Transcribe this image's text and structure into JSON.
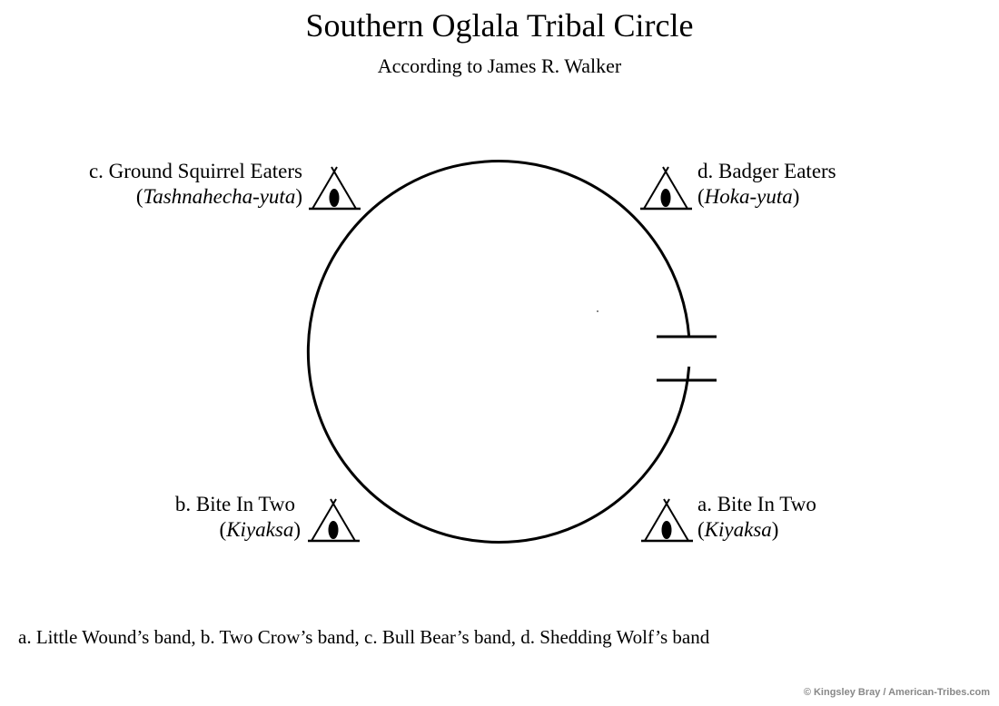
{
  "title": "Southern Oglala Tribal Circle",
  "subtitle": "According to James R. Walker",
  "bands": {
    "c": {
      "name": "c. Ground Squirrel Eaters",
      "native": "Tashnahecha-yuta"
    },
    "d": {
      "name": "d. Badger Eaters",
      "native": "Hoka-yuta"
    },
    "b": {
      "name": "b. Bite In Two",
      "native": "Kiyaksa"
    },
    "a": {
      "name": "a. Bite In Two",
      "native": "Kiyaksa"
    }
  },
  "punct": {
    "open": "(",
    "close": ")"
  },
  "legend": "a. Little Wound’s band, b. Two Crow’s band, c. Bull Bear’s band, d. Shedding Wolf’s band",
  "credit": "© Kingsley Bray / American-Tribes.com",
  "icons": {
    "lodge": "tipi-icon",
    "entrance": "camp-entrance"
  }
}
